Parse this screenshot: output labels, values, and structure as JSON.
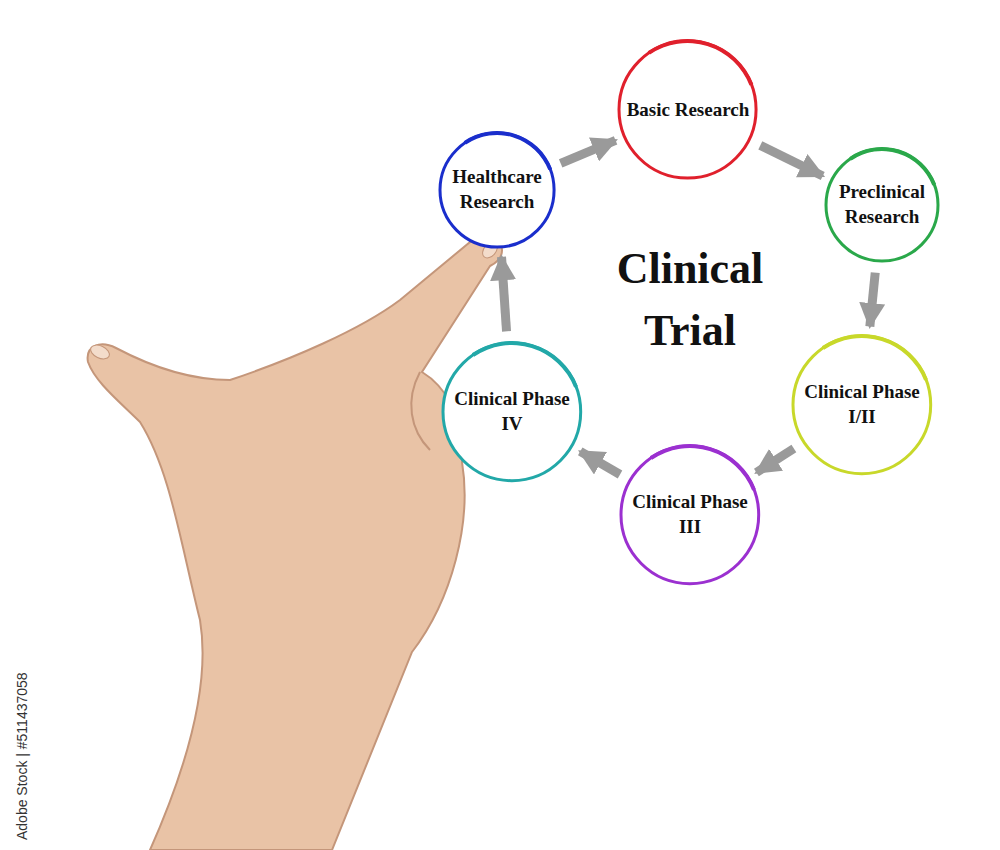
{
  "diagram": {
    "title": "Clinical Trial",
    "nodes": [
      {
        "text": [
          "Basic Research"
        ]
      },
      {
        "text": [
          "Preclinical Research"
        ]
      },
      {
        "text": [
          "Clinical Phase I/II"
        ]
      },
      {
        "text": [
          "Clinical Phase III"
        ]
      },
      {
        "text": [
          "Clinical Phase IV"
        ]
      },
      {
        "text": [
          "Healthcare Research"
        ]
      }
    ],
    "edges": [
      {
        "from": 0,
        "to": 1,
        "arrow": "to"
      },
      {
        "from": 1,
        "to": 2,
        "arrow": "to"
      },
      {
        "from": 2,
        "to": 3,
        "arrow": "to"
      },
      {
        "from": 3,
        "to": 4,
        "arrow": "to"
      },
      {
        "from": 4,
        "to": 5,
        "arrow": "to"
      },
      {
        "from": 5,
        "to": 0,
        "arrow": "to"
      }
    ],
    "labels": [
      "Adobe Stock | #511437058"
    ]
  }
}
